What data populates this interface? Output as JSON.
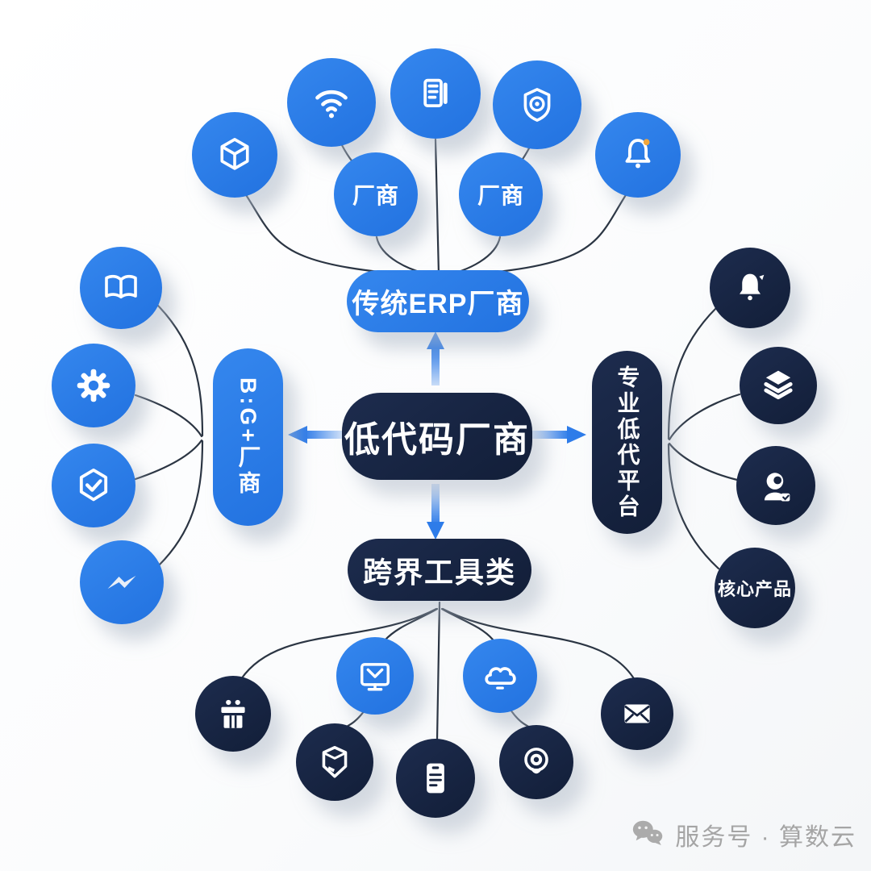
{
  "colors": {
    "blue": "#2b7ce9",
    "navy": "#16233e",
    "line": "#2b3543",
    "arrow_blue": "#2e7ce9",
    "bell_accent_orange": "#f0a63c",
    "watermark_gray": "#a5a5a5"
  },
  "center_node": {
    "label": "低代码厂商"
  },
  "branches": {
    "top": {
      "label": "传统ERP厂商",
      "vendor1": "厂商",
      "vendor2": "厂商",
      "icons": [
        "cube-icon",
        "wifi-icon",
        "news-doc-icon",
        "shield-badge-icon",
        "bell-icon"
      ]
    },
    "left": {
      "label": "B:G+厂商",
      "icons": [
        "open-book-icon",
        "gear-icon",
        "hexagon-check-icon",
        "messenger-bolt-icon"
      ]
    },
    "right": {
      "label": "专业低代平台",
      "core_label": "核心产品",
      "icons": [
        "bell-icon",
        "layers-stack-icon",
        "user-badge-icon"
      ]
    },
    "bottom": {
      "label": "跨界工具类",
      "icons": [
        "gift-icon",
        "monitor-mail-icon",
        "cloud-icon",
        "envelope-icon",
        "shield-box-icon",
        "notepad-icon",
        "location-target-icon"
      ]
    }
  },
  "watermark": {
    "label": "服务号 · 算数云",
    "icon": "wechat-icon"
  }
}
